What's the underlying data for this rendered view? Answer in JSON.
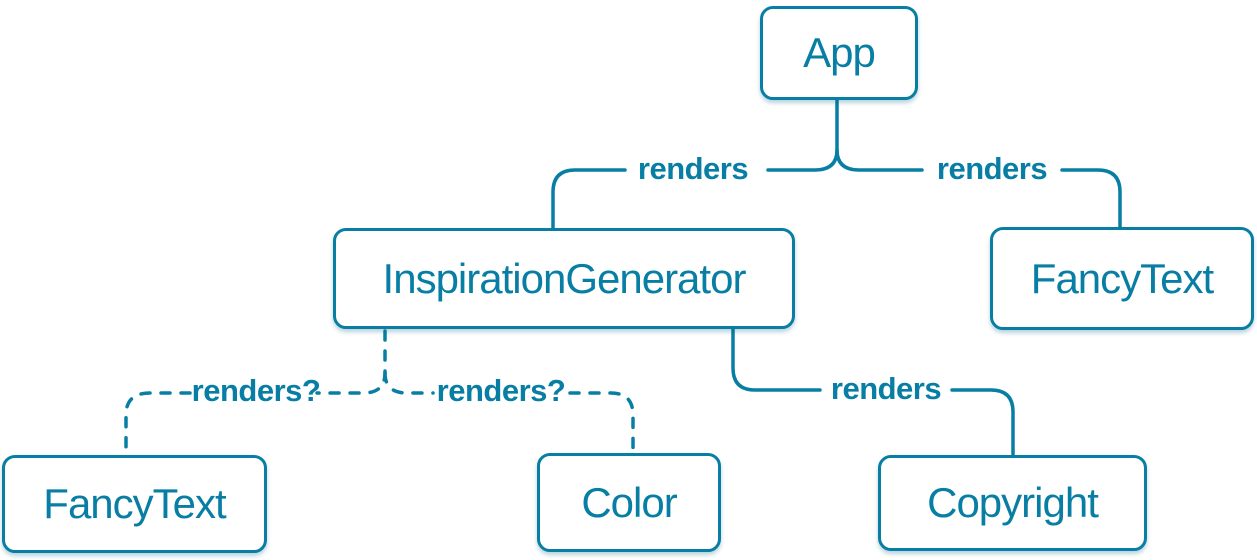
{
  "diagram": {
    "title": "React render tree diagram",
    "background_color": "#ffffff",
    "accent_color": "#087ea4",
    "node_fill_color": "#ffffff",
    "nodes": [
      {
        "id": "app",
        "label": "App"
      },
      {
        "id": "inspiration-generator",
        "label": "InspirationGenerator"
      },
      {
        "id": "fancy-text-top",
        "label": "FancyText"
      },
      {
        "id": "fancy-text-bottom",
        "label": "FancyText"
      },
      {
        "id": "color",
        "label": "Color"
      },
      {
        "id": "copyright",
        "label": "Copyright"
      }
    ],
    "edges": [
      {
        "from": "App",
        "to": "InspirationGenerator",
        "label": "renders",
        "style": "solid"
      },
      {
        "from": "App",
        "to": "FancyText",
        "label": "renders",
        "style": "solid"
      },
      {
        "from": "InspirationGenerator",
        "to": "FancyText",
        "label": "renders?",
        "style": "dashed"
      },
      {
        "from": "InspirationGenerator",
        "to": "Color",
        "label": "renders?",
        "style": "dashed"
      },
      {
        "from": "InspirationGenerator",
        "to": "Copyright",
        "label": "renders",
        "style": "solid"
      }
    ]
  }
}
